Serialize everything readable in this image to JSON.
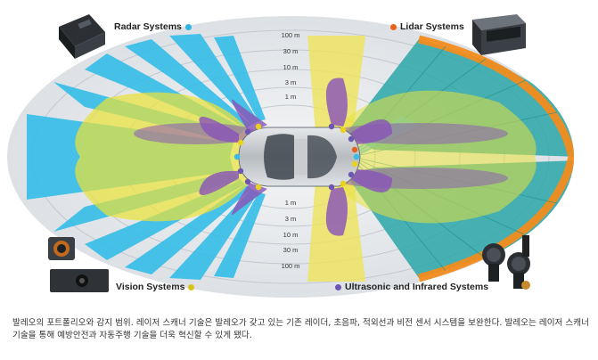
{
  "legend": {
    "radar": {
      "label": "Radar Systems",
      "dot_color": "#2fb5e0"
    },
    "lidar": {
      "label": "Lidar Systems",
      "dot_color": "#e8621c"
    },
    "vision": {
      "label": "Vision Systems",
      "dot_color": "#d9c31d"
    },
    "ultrasonic": {
      "label": "Ultrasonic and Infrared Systems",
      "dot_color": "#6d55b3"
    }
  },
  "distance_labels_top": [
    "100 m",
    "30 m",
    "10 m",
    "3 m",
    "1 m"
  ],
  "distance_labels_bottom": [
    "1 m",
    "3 m",
    "10 m",
    "30 m",
    "100 m"
  ],
  "colors": {
    "radar": "#35bde8",
    "lidar_fill": "#2aa6a8",
    "lidar_edge": "#f28c1c",
    "vision": "#e9e23a",
    "ultrasonic": "#8a56b8",
    "ring_bg": "#eef0f2",
    "ring_line": "#c8ccd2"
  },
  "caption": "발레오의 포트폴리오와 감지 범위. 레이저 스캐너 기술은 발레오가 갖고 있는 기존 레이더, 초음파, 적외선과 비전 센서 시스템을 보완한다. 발레오는 레이저 스캐너 기술을 통해 예방안전과 자동주행 기술을 더욱 혁신할 수 있게 됐다."
}
